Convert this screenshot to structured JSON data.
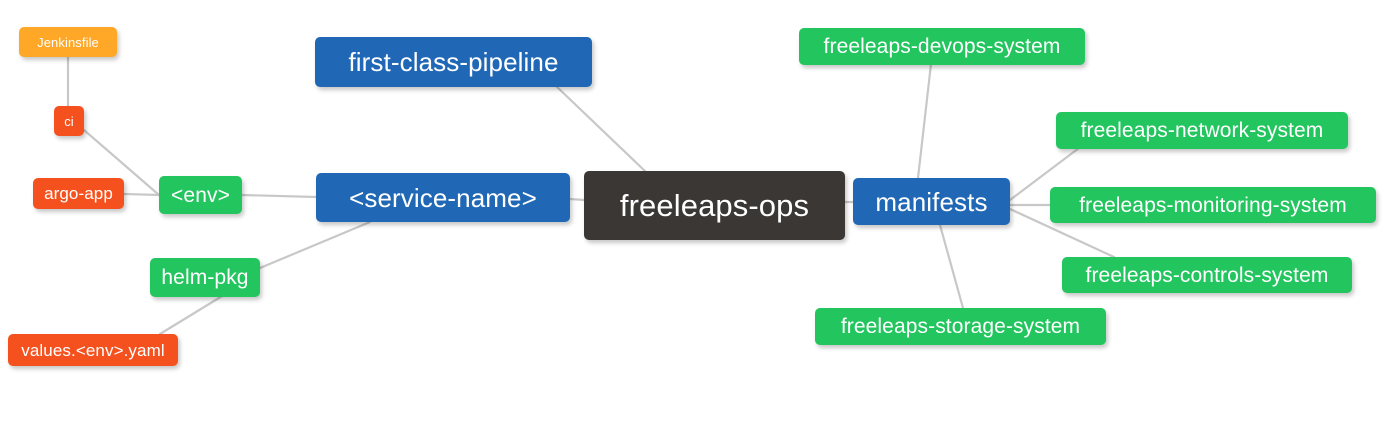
{
  "diagram": {
    "type": "mindmap",
    "title": "freeleaps-ops",
    "background": "#ffffff",
    "edge_color": "#c8c8c8",
    "palette": {
      "root": "#3B3735",
      "blue": "#2068B5",
      "green": "#23C55F",
      "orange": "#FFA726",
      "red": "#F4511E"
    }
  },
  "nodes": {
    "root": {
      "label": "freeleaps-ops"
    },
    "first_class_pipeline": {
      "label": "first-class-pipeline"
    },
    "service_name": {
      "label": "<service-name>"
    },
    "manifests": {
      "label": "manifests"
    },
    "env": {
      "label": "<env>"
    },
    "helm_pkg": {
      "label": "helm-pkg"
    },
    "jenkinsfile": {
      "label": "Jenkinsfile"
    },
    "ci": {
      "label": "ci"
    },
    "argo_app": {
      "label": "argo-app"
    },
    "values_yaml": {
      "label": "values.<env>.yaml"
    },
    "devops_system": {
      "label": "freeleaps-devops-system"
    },
    "network_system": {
      "label": "freeleaps-network-system"
    },
    "monitoring_system": {
      "label": "freeleaps-monitoring-system"
    },
    "controls_system": {
      "label": "freeleaps-controls-system"
    },
    "storage_system": {
      "label": "freeleaps-storage-system"
    }
  },
  "edges": [
    {
      "from": "first_class_pipeline",
      "to": "root"
    },
    {
      "from": "service_name",
      "to": "root"
    },
    {
      "from": "root",
      "to": "manifests"
    },
    {
      "from": "env",
      "to": "service_name"
    },
    {
      "from": "helm_pkg",
      "to": "service_name"
    },
    {
      "from": "jenkinsfile",
      "to": "ci"
    },
    {
      "from": "ci",
      "to": "env"
    },
    {
      "from": "argo_app",
      "to": "env"
    },
    {
      "from": "values_yaml",
      "to": "helm_pkg"
    },
    {
      "from": "manifests",
      "to": "devops_system"
    },
    {
      "from": "manifests",
      "to": "network_system"
    },
    {
      "from": "manifests",
      "to": "monitoring_system"
    },
    {
      "from": "manifests",
      "to": "controls_system"
    },
    {
      "from": "manifests",
      "to": "storage_system"
    }
  ]
}
